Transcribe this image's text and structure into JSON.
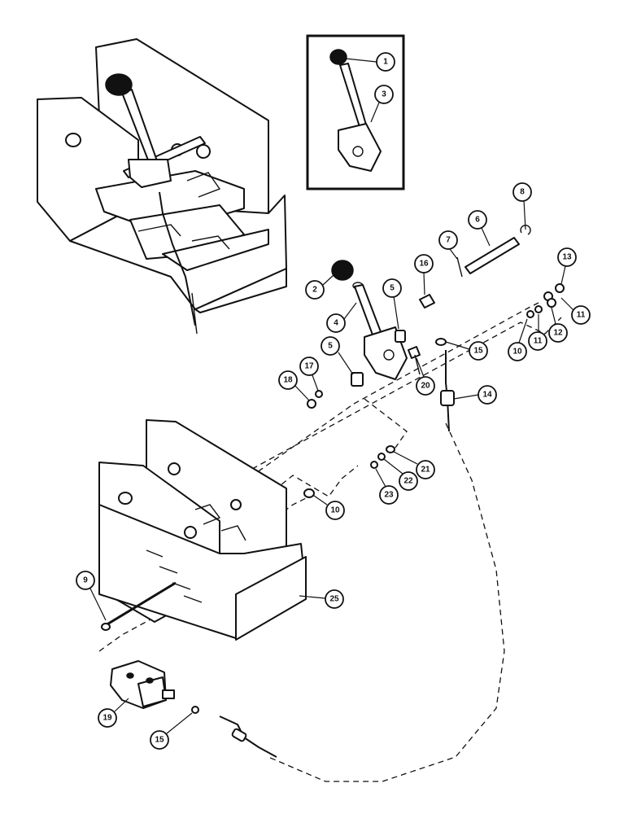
{
  "diagram": {
    "callouts": [
      {
        "id": "c1",
        "label": "1"
      },
      {
        "id": "c3",
        "label": "3"
      },
      {
        "id": "c8",
        "label": "8"
      },
      {
        "id": "c6",
        "label": "6"
      },
      {
        "id": "c7",
        "label": "7"
      },
      {
        "id": "c16",
        "label": "16"
      },
      {
        "id": "c13",
        "label": "13"
      },
      {
        "id": "c2",
        "label": "2"
      },
      {
        "id": "c5a",
        "label": "5"
      },
      {
        "id": "c4",
        "label": "4"
      },
      {
        "id": "c11a",
        "label": "11"
      },
      {
        "id": "c12",
        "label": "12"
      },
      {
        "id": "c11b",
        "label": "11"
      },
      {
        "id": "c10a",
        "label": "10"
      },
      {
        "id": "c15a",
        "label": "15"
      },
      {
        "id": "c5b",
        "label": "5"
      },
      {
        "id": "c17",
        "label": "17"
      },
      {
        "id": "c18",
        "label": "18"
      },
      {
        "id": "c20",
        "label": "20"
      },
      {
        "id": "c14",
        "label": "14"
      },
      {
        "id": "c21",
        "label": "21"
      },
      {
        "id": "c22",
        "label": "22"
      },
      {
        "id": "c23",
        "label": "23"
      },
      {
        "id": "c10b",
        "label": "10"
      },
      {
        "id": "c9",
        "label": "9"
      },
      {
        "id": "c25",
        "label": "25"
      },
      {
        "id": "c19",
        "label": "19"
      },
      {
        "id": "c15b",
        "label": "15"
      }
    ]
  }
}
